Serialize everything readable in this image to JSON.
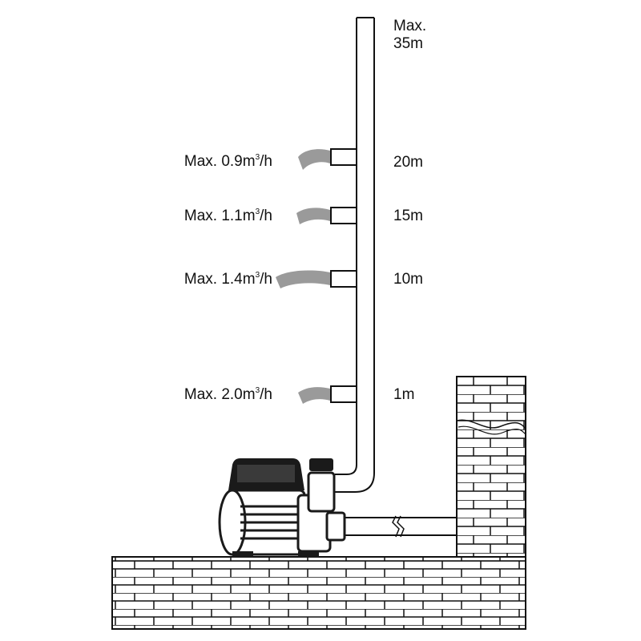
{
  "max_height": {
    "line1": "Max.",
    "line2": "35m"
  },
  "outlets": [
    {
      "flow_prefix": "Max. 0.9m",
      "flow_sup": "3",
      "flow_suffix": "/h",
      "height": "20m"
    },
    {
      "flow_prefix": "Max. 1.1m",
      "flow_sup": "3",
      "flow_suffix": "/h",
      "height": "15m"
    },
    {
      "flow_prefix": "Max. 1.4m",
      "flow_sup": "3",
      "flow_suffix": "/h",
      "height": "10m"
    },
    {
      "flow_prefix": "Max. 2.0m",
      "flow_sup": "3",
      "flow_suffix": "/h",
      "height": "1m"
    }
  ],
  "colors": {
    "line": "#111111",
    "water": "#8a8a8a",
    "pump": "#1a1a1a"
  }
}
